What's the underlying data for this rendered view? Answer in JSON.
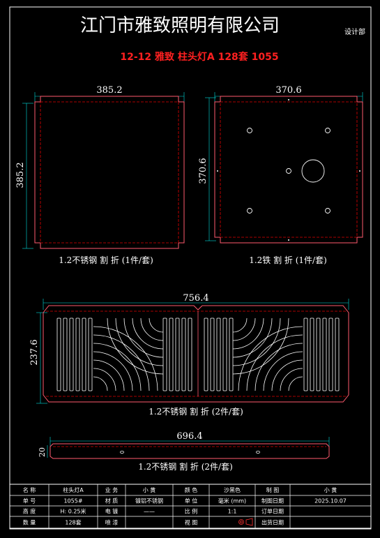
{
  "header": {
    "company": "江门市雅致照明有限公司",
    "dept": "设计部",
    "title": "12-12 雅致 柱头灯A 128套 1055"
  },
  "parts": [
    {
      "dim_w": "385.2",
      "dim_h": "385.2",
      "caption": "1.2不锈钢 割 折 (1件/套)"
    },
    {
      "dim_w": "370.6",
      "dim_h": "370.6",
      "caption": "1.2铁 割 折 (1件/套)"
    },
    {
      "dim_w": "756.4",
      "dim_h": "237.6",
      "caption": "1.2不锈钢 割 折 (2件/套)"
    },
    {
      "dim_w": "696.4",
      "dim_h": "20",
      "caption": "1.2不锈钢 割 折 (2件/套)"
    }
  ],
  "colors": {
    "frame": "#ffffff",
    "outline": "#ff5a6e",
    "hidden": "#e00000",
    "dim": "#00e0e0",
    "title_red": "#ff2020",
    "cell": "#ffffff"
  },
  "table": {
    "rows": [
      [
        "名 称",
        "柱头灯A",
        "业 务",
        "小 黄",
        "颜 色",
        "沙黑色",
        "制 图",
        "小 黄"
      ],
      [
        "单 号",
        "1055#",
        "材 质",
        "镀铝不锈钢",
        "单 位",
        "毫米 (mm)",
        "制图日期",
        "2025.10.07"
      ],
      [
        "高 度",
        "H: 0.25米",
        "电 镀",
        "——",
        "比 例",
        "1:1",
        "订单日期",
        ""
      ],
      [
        "数 量",
        "128套",
        "喷 漆",
        "",
        "视 图",
        "",
        "出货日期",
        ""
      ]
    ]
  }
}
